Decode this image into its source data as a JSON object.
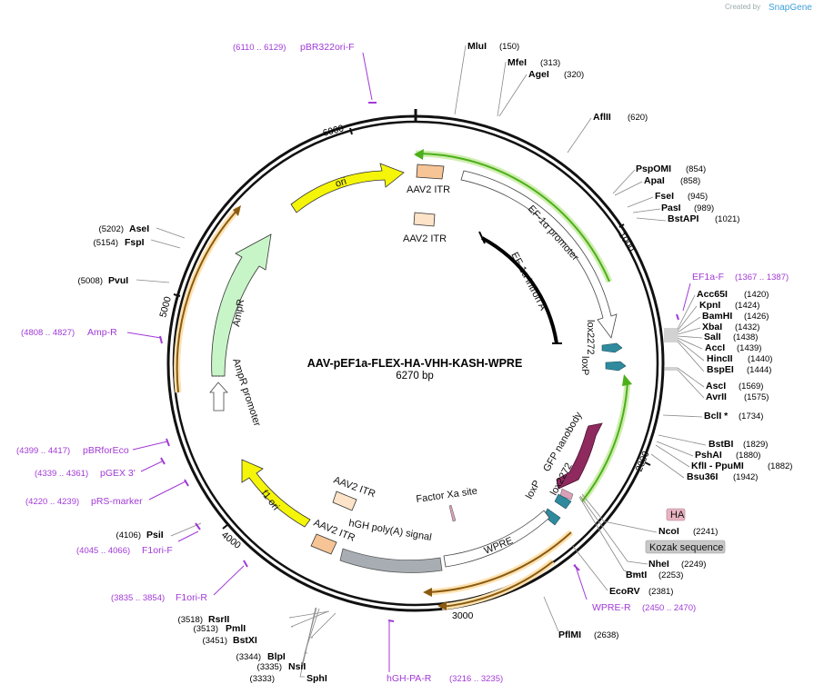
{
  "watermark": {
    "created_by": "Created by",
    "brand": "SnapGene"
  },
  "plasmid": {
    "name": "AAV-pEF1a-FLEX-HA-VHH-KASH-WPRE",
    "length_label": "6270 bp",
    "length": 6270
  },
  "ticks": [
    "1000",
    "2000",
    "3000",
    "4000",
    "5000",
    "6000"
  ],
  "enzymes": [
    {
      "name": "MluI",
      "pos": "(150)"
    },
    {
      "name": "MfeI",
      "pos": "(313)"
    },
    {
      "name": "AgeI",
      "pos": "(320)"
    },
    {
      "name": "AflII",
      "pos": "(620)"
    },
    {
      "name": "PspOMI",
      "pos": "(854)"
    },
    {
      "name": "ApaI",
      "pos": "(858)"
    },
    {
      "name": "FseI",
      "pos": "(945)"
    },
    {
      "name": "PasI",
      "pos": "(989)"
    },
    {
      "name": "BstAPI",
      "pos": "(1021)"
    },
    {
      "name": "Acc65I",
      "pos": "(1420)"
    },
    {
      "name": "KpnI",
      "pos": "(1424)"
    },
    {
      "name": "BamHI",
      "pos": "(1426)"
    },
    {
      "name": "XbaI",
      "pos": "(1432)"
    },
    {
      "name": "SalI",
      "pos": "(1438)"
    },
    {
      "name": "AccI",
      "pos": "(1439)"
    },
    {
      "name": "HincII",
      "pos": "(1440)"
    },
    {
      "name": "BspEI",
      "pos": "(1444)"
    },
    {
      "name": "AscI",
      "pos": "(1569)"
    },
    {
      "name": "AvrII",
      "pos": "(1575)"
    },
    {
      "name": "BclI *",
      "pos": "(1734)"
    },
    {
      "name": "BstBI",
      "pos": "(1829)"
    },
    {
      "name": "PshAI",
      "pos": "(1880)"
    },
    {
      "name": "KflI  - PpuMI",
      "pos": "(1882)"
    },
    {
      "name": "Bsu36I",
      "pos": "(1942)"
    },
    {
      "name": "NcoI",
      "pos": "(2241)"
    },
    {
      "name": "NheI",
      "pos": "(2249)"
    },
    {
      "name": "BmtI",
      "pos": "(2253)"
    },
    {
      "name": "EcoRV",
      "pos": "(2381)"
    },
    {
      "name": "PflMI",
      "pos": "(2638)"
    },
    {
      "name": "SphI",
      "pos": "(3333)"
    },
    {
      "name": "NsiI",
      "pos": "(3335)"
    },
    {
      "name": "BlpI",
      "pos": "(3344)"
    },
    {
      "name": "BstXI",
      "pos": "(3451)"
    },
    {
      "name": "PmlI",
      "pos": "(3513)"
    },
    {
      "name": "RsrII",
      "pos": "(3518)"
    },
    {
      "name": "PsiI",
      "pos": "(4106)"
    },
    {
      "name": "PvuI",
      "pos": "(5008)"
    },
    {
      "name": "FspI",
      "pos": "(5154)"
    },
    {
      "name": "AseI",
      "pos": "(5202)"
    }
  ],
  "primers": [
    {
      "name": "pBR322ori-F",
      "range": "(6110 .. 6129)"
    },
    {
      "name": "EF1a-F",
      "range": "(1367 .. 1387)"
    },
    {
      "name": "WPRE-R",
      "range": "(2450 .. 2470)"
    },
    {
      "name": "hGH-PA-R",
      "range": "(3216 .. 3235)"
    },
    {
      "name": "F1ori-R",
      "range": "(3835 .. 3854)"
    },
    {
      "name": "F1ori-F",
      "range": "(4045 .. 4066)"
    },
    {
      "name": "pRS-marker",
      "range": "(4220 .. 4239)"
    },
    {
      "name": "pGEX 3'",
      "range": "(4339 .. 4361)"
    },
    {
      "name": "pBRforEco",
      "range": "(4399 .. 4417)"
    },
    {
      "name": "Amp-R",
      "range": "(4808 .. 4827)"
    }
  ],
  "tags": {
    "ha": "HA",
    "kozak": "Kozak sequence"
  },
  "features": {
    "ori": "ori",
    "aav2_itr_top_a": "AAV2 ITR",
    "aav2_itr_top_b": "AAV2 ITR",
    "ef1a_promoter": "EF-1α promoter",
    "ef1a_intron": "EF-1α intron A",
    "lox2272_top": "lox2272",
    "loxp_top": "loxP",
    "gfp_nanobody": "GFP nanobody",
    "lox2272_bottom": "lox2272",
    "loxp_bottom": "loxP",
    "factor_xa": "Factor Xa site",
    "wpre": "WPRE",
    "hgh_polya": "hGH poly(A) signal",
    "aav2_itr_bot_a": "AAV2 ITR",
    "aav2_itr_bot_b": "AAV2 ITR",
    "f1_ori": "f1 ori",
    "ampr": "AmpR",
    "ampr_promoter": "AmpR promoter"
  },
  "colors": {
    "ori": "#f5f50a",
    "f1_ori": "#f5f50a",
    "itr": "#f7c496",
    "itr_light": "#fde3c8",
    "ampr": "#c8f5c8",
    "primer": "#a13ad6",
    "gfp_nanobody": "#8e2a5e",
    "lox": "#2f8a9e",
    "polya": "#a8adb3",
    "green_arrow": "#4caf1a",
    "orange_arrow": "#f0a020"
  }
}
